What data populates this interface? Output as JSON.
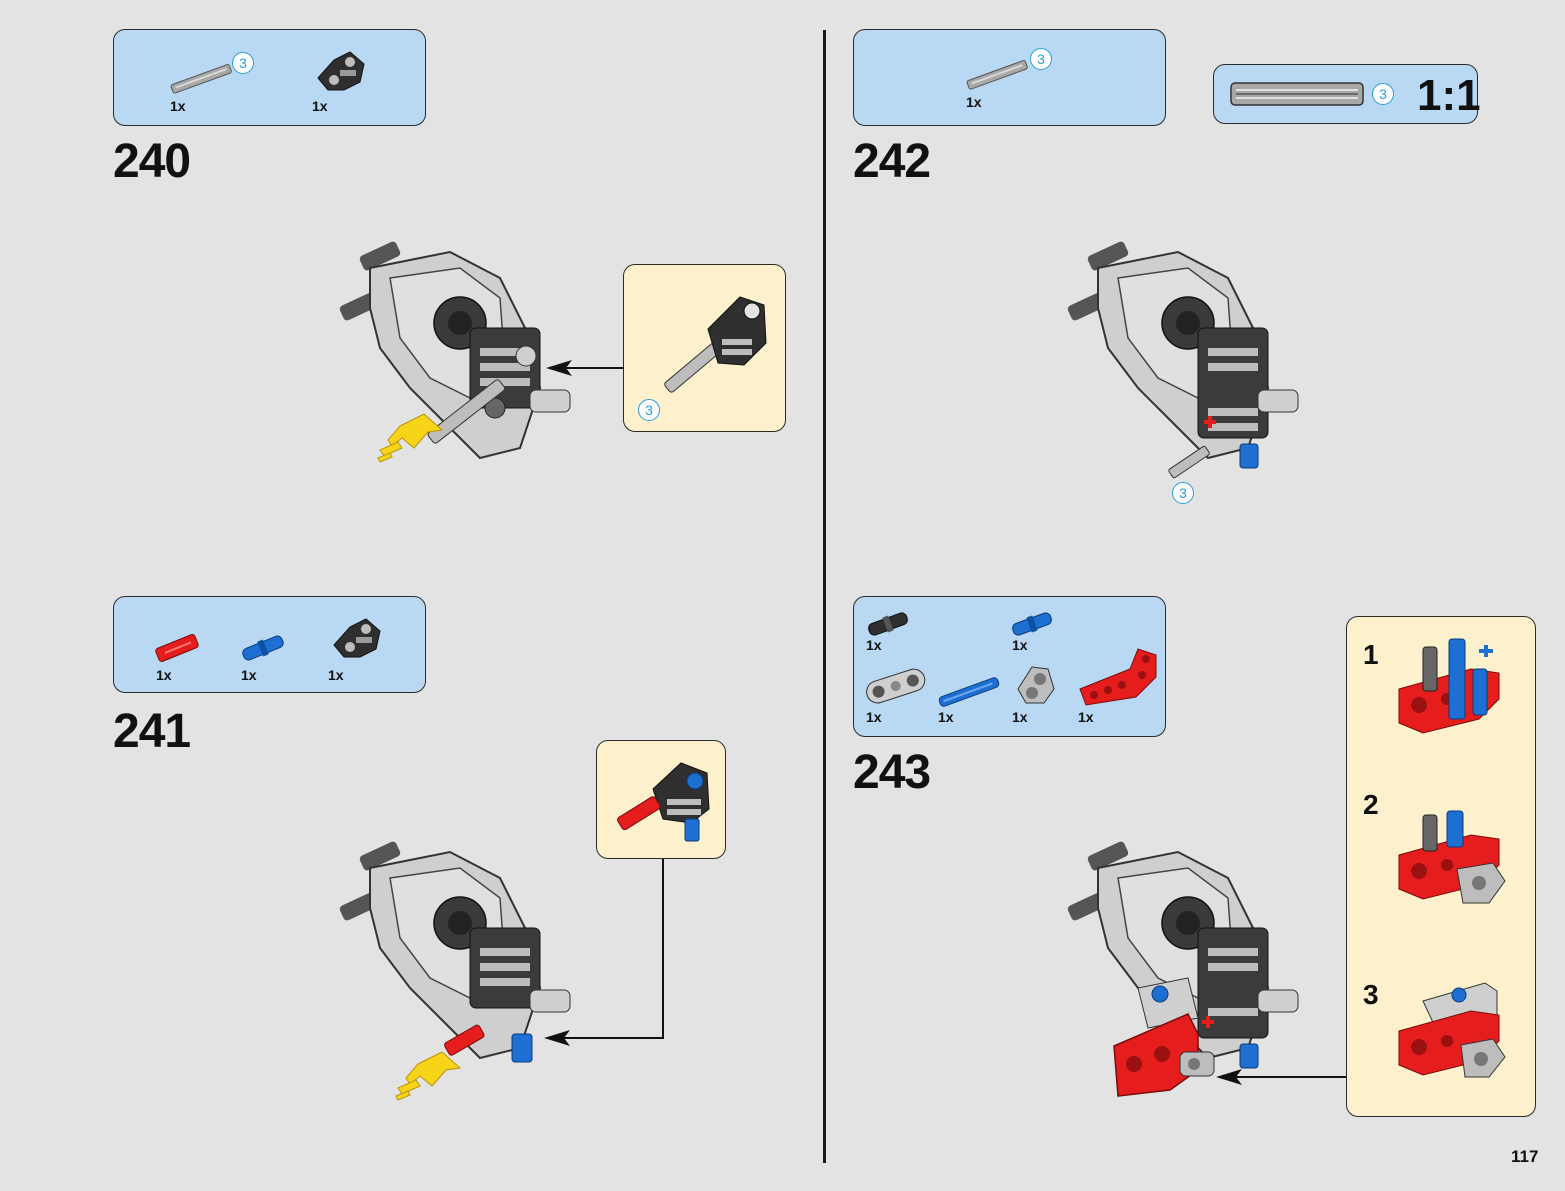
{
  "page_number": "117",
  "scale_label": "1:1",
  "colors": {
    "parts_bg": "#b9d8f3",
    "subassembly_bg": "#fdf0cd",
    "page_bg": "#e3e3e3",
    "badge": "#2a9fd6",
    "arrow_yellow": "#f7d417",
    "brick_red": "#e51d1d",
    "pin_blue": "#1d6fd1"
  },
  "steps": [
    {
      "number": "240",
      "parts": [
        {
          "qty": "1x",
          "icon": "grey-axle-3-icon",
          "badge": "3"
        },
        {
          "qty": "1x",
          "icon": "black-connector-icon"
        }
      ],
      "callout_badge": "3"
    },
    {
      "number": "241",
      "parts": [
        {
          "qty": "1x",
          "icon": "red-pin-icon"
        },
        {
          "qty": "1x",
          "icon": "blue-pin-icon"
        },
        {
          "qty": "1x",
          "icon": "black-connector-icon"
        }
      ]
    },
    {
      "number": "242",
      "parts": [
        {
          "qty": "1x",
          "icon": "grey-axle-3-icon",
          "badge": "3"
        }
      ],
      "model_badge": "3"
    },
    {
      "number": "243",
      "parts": [
        {
          "qty": "1x",
          "icon": "black-pin-icon"
        },
        {
          "qty": "1x",
          "icon": "blue-pin-icon"
        },
        {
          "qty": "1x",
          "icon": "grey-beam-icon"
        },
        {
          "qty": "1x",
          "icon": "blue-axle-pin-icon"
        },
        {
          "qty": "1x",
          "icon": "grey-angle-connector-icon"
        },
        {
          "qty": "1x",
          "icon": "red-bent-beam-icon"
        }
      ],
      "substeps": [
        "1",
        "2",
        "3"
      ]
    }
  ],
  "scale_badge": "3"
}
